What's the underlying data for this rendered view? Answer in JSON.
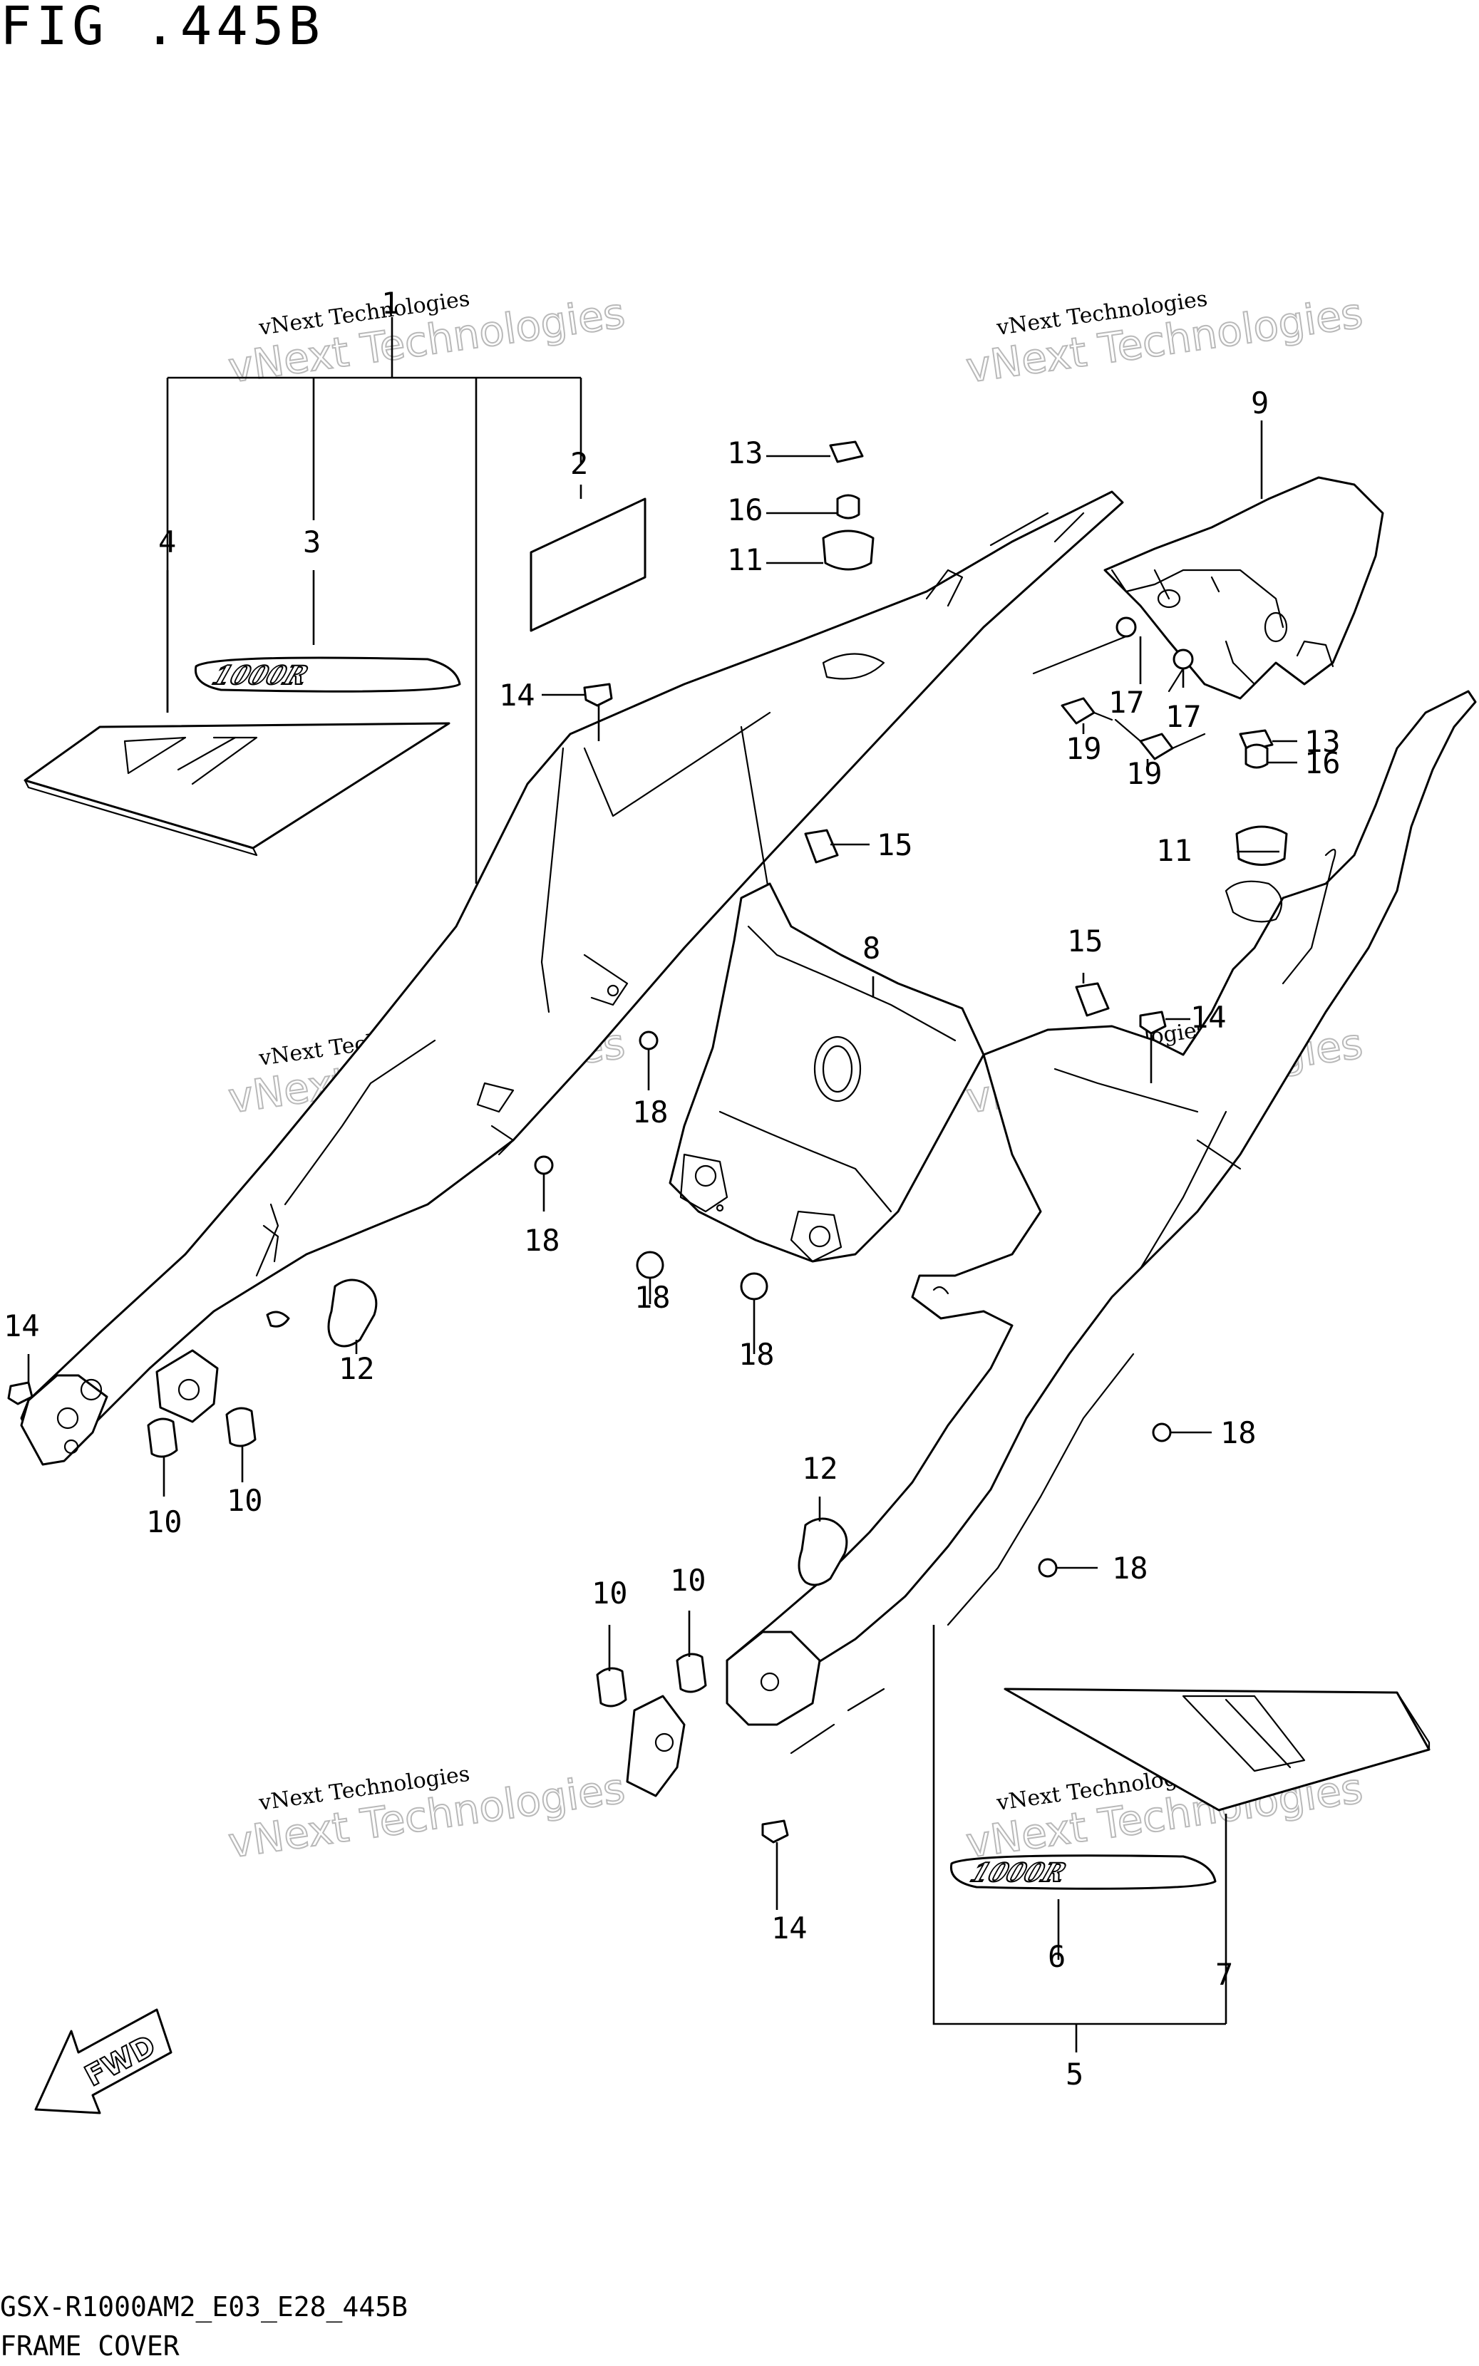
{
  "figure": {
    "title": "FIG .445B",
    "code": "GSX-R1000AM2_E03_E28_445B",
    "name": "FRAME COVER"
  },
  "watermark": {
    "line1": "vNext Technologies",
    "line2": "vNext Technologies"
  },
  "decal_text": "1000R",
  "fwd_label": "FWD",
  "callouts": {
    "c1": "1",
    "c2": "2",
    "c3": "3",
    "c4": "4",
    "c5": "5",
    "c6": "6",
    "c7": "7",
    "c8": "8",
    "c9": "9",
    "c10a": "10",
    "c10b": "10",
    "c10c": "10",
    "c10d": "10",
    "c11a": "11",
    "c11b": "11",
    "c12a": "12",
    "c12b": "12",
    "c13a": "13",
    "c13b": "13",
    "c14a": "14",
    "c14b": "14",
    "c14c": "14",
    "c14d": "14",
    "c15a": "15",
    "c15b": "15",
    "c16a": "16",
    "c16b": "16",
    "c17a": "17",
    "c17b": "17",
    "c18a": "18",
    "c18b": "18",
    "c18c": "18",
    "c18d": "18",
    "c18e": "18",
    "c18f": "18",
    "c19a": "19",
    "c19b": "19"
  }
}
